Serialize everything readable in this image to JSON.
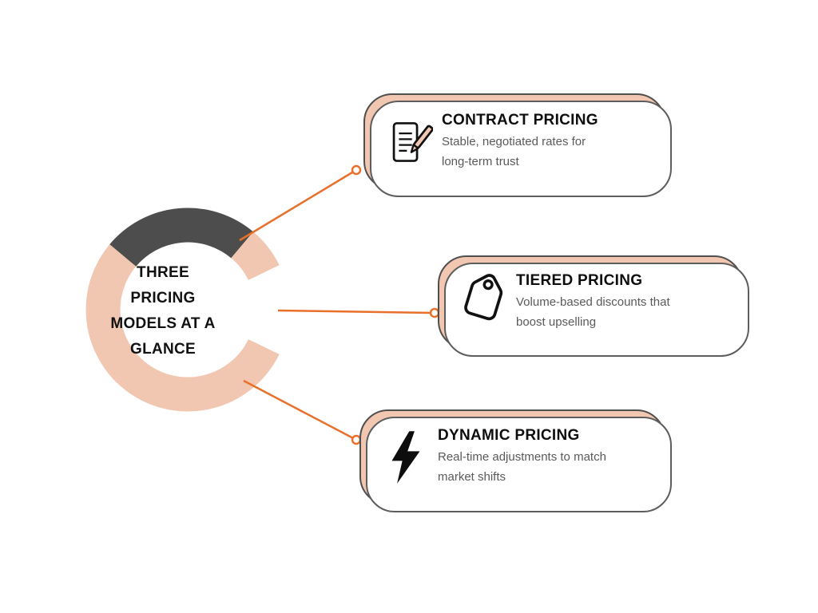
{
  "center": {
    "title_lines": [
      "THREE",
      "PRICING",
      "MODELS AT A",
      "GLANCE"
    ],
    "title_full": "THREE PRICING MODELS AT A GLANCE"
  },
  "cards": [
    {
      "title": "CONTRACT PRICING",
      "description": "Stable, negotiated rates for long-term trust",
      "icon": "contract-document-pen-icon"
    },
    {
      "title": "TIERED PRICING",
      "description": "Volume-based discounts that boost upselling",
      "icon": "price-tag-icon"
    },
    {
      "title": "DYNAMIC PRICING",
      "description": "Real-time adjustments to match market shifts",
      "icon": "lightning-bolt-icon"
    }
  ],
  "colors": {
    "accent_orange": "#E8702A",
    "card_fill": "#F2C7B1",
    "ring_peach": "#F2C7B1",
    "ring_dark": "#4D4D4D",
    "border_gray": "#4F4F4F",
    "title_text": "#0E0E0E",
    "description_text": "#5A5A5A",
    "background": "#FFFFFF"
  }
}
